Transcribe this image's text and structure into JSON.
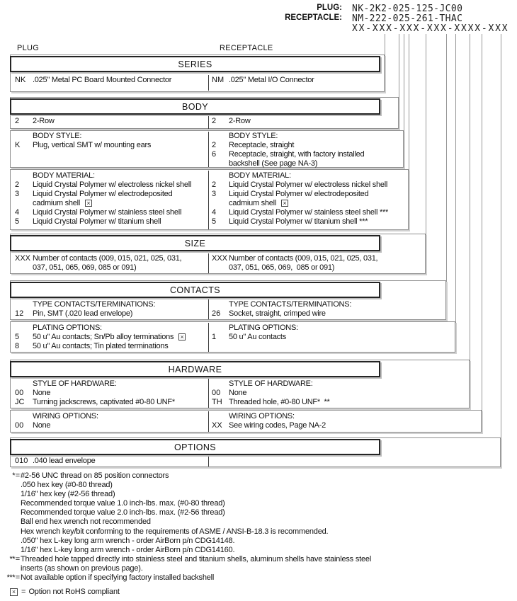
{
  "colors": {
    "text": "#111111",
    "block_border": "#8f8f8f",
    "header_border": "#242424",
    "connector_line": "#979797",
    "shadow": "#d0d0d0",
    "background": "#ffffff"
  },
  "part_header": {
    "plug_label": "PLUG:",
    "plug_value": "NK-2K2-025-125-JC00",
    "receptacle_label": "RECEPTACLE:",
    "receptacle_value": "NM-222-025-261-THAC",
    "mask": "XX-XXX-XXX-XXX-XXXX-XXX"
  },
  "columns": {
    "left": "PLUG",
    "right": "RECEPTACLE"
  },
  "sections": {
    "series": {
      "title": "SERIES",
      "left_rows": [
        {
          "code": "NK",
          "lines": [
            ".025\" Metal PC Board Mounted Connector"
          ]
        }
      ],
      "right_rows": [
        {
          "code": "NM",
          "lines": [
            ".025\" Metal I/O Connector"
          ]
        }
      ]
    },
    "body": {
      "title": "BODY",
      "left_rows": [
        {
          "code": "2",
          "lines": [
            "2-Row"
          ]
        }
      ],
      "right_rows": [
        {
          "code": "2",
          "lines": [
            "2-Row"
          ]
        }
      ]
    },
    "body_style": {
      "heading_left": "BODY STYLE:",
      "heading_right": "BODY STYLE:",
      "left_rows": [
        {
          "code": "K",
          "lines": [
            "Plug, vertical SMT w/ mounting ears"
          ]
        }
      ],
      "right_rows": [
        {
          "code": "2",
          "lines": [
            "Receptacle, straight"
          ]
        },
        {
          "code": "6",
          "lines": [
            "Receptacle, straight, with factory installed",
            "backshell (See page NA-3)"
          ]
        }
      ]
    },
    "body_material": {
      "heading_left": "BODY MATERIAL:",
      "heading_right": "BODY MATERIAL:",
      "left_rows": [
        {
          "code": "2",
          "lines": [
            "Liquid Crystal Polymer w/ electroless nickel shell"
          ]
        },
        {
          "code": "3",
          "lines": [
            "Liquid Crystal Polymer w/ electrodeposited",
            "cadmium shell [X]"
          ]
        },
        {
          "code": "4",
          "lines": [
            "Liquid Crystal Polymer w/ stainless steel shell"
          ]
        },
        {
          "code": "5",
          "lines": [
            "Liquid Crystal Polymer w/ titanium shell"
          ]
        }
      ],
      "right_rows": [
        {
          "code": "2",
          "lines": [
            "Liquid Crystal Polymer w/ electroless nickel shell"
          ]
        },
        {
          "code": "3",
          "lines": [
            "Liquid Crystal Polymer w/ electrodeposited",
            "cadmium shell [X]"
          ]
        },
        {
          "code": "4",
          "lines": [
            "Liquid Crystal Polymer w/ stainless steel shell ***"
          ]
        },
        {
          "code": "5",
          "lines": [
            "Liquid Crystal Polymer w/ titanium shell ***"
          ]
        }
      ]
    },
    "size": {
      "title": "SIZE",
      "left_rows": [
        {
          "code": "XXX",
          "lines": [
            "Number of contacts (009, 015, 021, 025, 031,",
            "037, 051, 065, 069, 085 or 091)"
          ]
        }
      ],
      "right_rows": [
        {
          "code": "XXX",
          "lines": [
            "Number of contacts (009, 015, 021, 025, 031,",
            "037, 051, 065, 069,  085 or 091)"
          ]
        }
      ]
    },
    "contacts": {
      "title": "CONTACTS",
      "heading_left": "TYPE CONTACTS/TERMINATIONS:",
      "heading_right": "TYPE CONTACTS/TERMINATIONS:",
      "left_rows": [
        {
          "code": "12",
          "lines": [
            "Pin, SMT (.020 lead envelope)"
          ]
        }
      ],
      "right_rows": [
        {
          "code": "26",
          "lines": [
            "Socket, straight, crimped wire"
          ]
        }
      ]
    },
    "plating": {
      "heading_left": "PLATING OPTIONS:",
      "heading_right": "PLATING OPTIONS:",
      "left_rows": [
        {
          "code": "5",
          "lines": [
            "50 u\" Au contacts; Sn/Pb alloy terminations [X]"
          ]
        },
        {
          "code": "8",
          "lines": [
            "50 u\" Au contacts; Tin plated terminations"
          ]
        }
      ],
      "right_rows": [
        {
          "code": "1",
          "lines": [
            "50 u\" Au contacts"
          ]
        }
      ]
    },
    "hardware": {
      "title": "HARDWARE",
      "heading_left": "STYLE OF HARDWARE:",
      "heading_right": "STYLE OF HARDWARE:",
      "left_rows": [
        {
          "code": "00",
          "lines": [
            "None"
          ]
        },
        {
          "code": "JC",
          "lines": [
            "Turning jackscrews, captivated #0-80 UNF*"
          ]
        }
      ],
      "right_rows": [
        {
          "code": "00",
          "lines": [
            "None"
          ]
        },
        {
          "code": "TH",
          "lines": [
            "Threaded hole, #0-80 UNF*  **"
          ]
        }
      ]
    },
    "wiring": {
      "heading_left": "WIRING OPTIONS:",
      "heading_right": "WIRING OPTIONS:",
      "left_rows": [
        {
          "code": "00",
          "lines": [
            "None"
          ]
        }
      ],
      "right_rows": [
        {
          "code": "XX",
          "lines": [
            "See wiring codes, Page NA-2"
          ]
        }
      ]
    },
    "options": {
      "title": "OPTIONS",
      "left_rows": [
        {
          "code": "010",
          "lines": [
            ".040 lead envelope"
          ]
        }
      ],
      "right_rows": []
    }
  },
  "footnote_eq": "=",
  "footnotes": [
    {
      "marker": "*",
      "text": "#2-56 UNC thread on 85 position connectors"
    },
    {
      "marker": "",
      "text": ".050 hex key (#0-80 thread)"
    },
    {
      "marker": "",
      "text": "1/16\" hex key (#2-56 thread)"
    },
    {
      "marker": "",
      "text": "Recommended torque value 1.0 inch-lbs. max. (#0-80 thread)"
    },
    {
      "marker": "",
      "text": "Recommended torque value 2.0 inch-lbs. max. (#2-56 thread)"
    },
    {
      "marker": "",
      "text": "Ball end hex wrench not recommended"
    },
    {
      "marker": "",
      "text": "Hex wrench key/bit conforming to the requirements of ASME / ANSI-B-18.3 is recommended."
    },
    {
      "marker": "",
      "text": ".050\" hex L-key long arm wrench - order AirBorn p/n CDG14148."
    },
    {
      "marker": "",
      "text": "1/16\" hex L-key long arm wrench - order AirBorn p/n CDG14160."
    },
    {
      "marker": "**",
      "text": "Threaded hole tapped directly into stainless steel and titanium shells, aluminum shells have stainless steel"
    },
    {
      "marker": "",
      "text": "inserts (as shown on previous page)."
    },
    {
      "marker": "***",
      "text": "Not available option if specifying factory installed backshell"
    }
  ],
  "legend": {
    "eq": "=",
    "text": "Option not RoHS compliant"
  }
}
